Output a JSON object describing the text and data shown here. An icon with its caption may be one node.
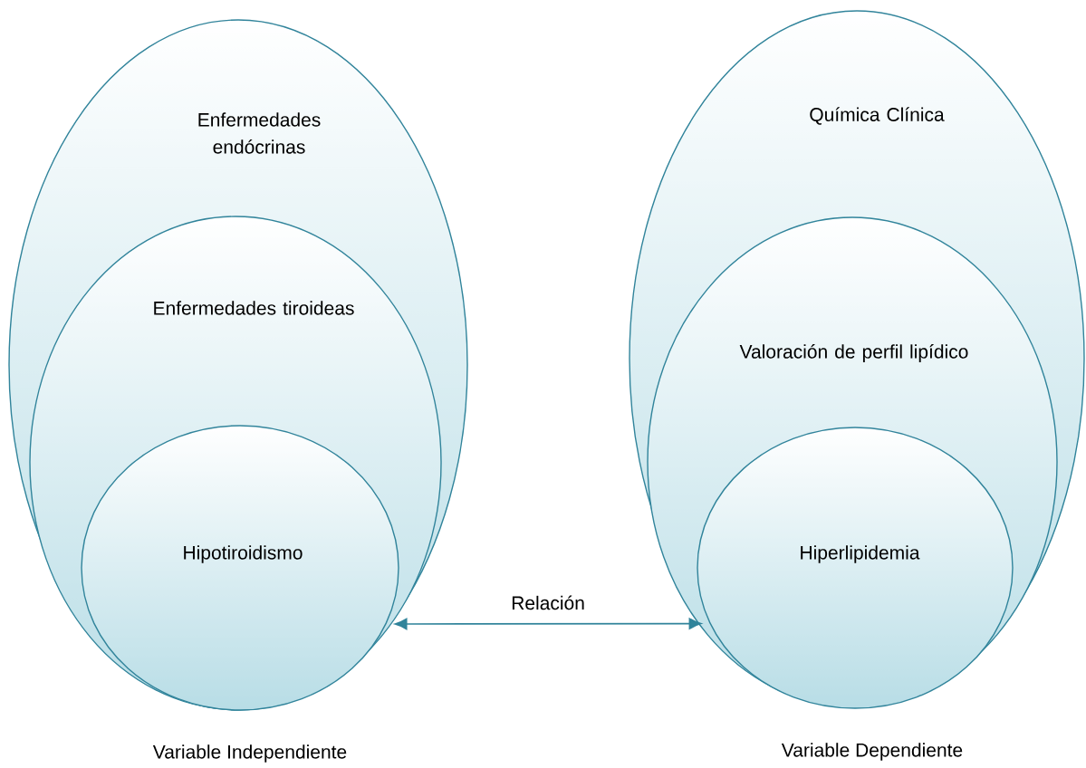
{
  "diagram": {
    "nodes": [
      {
        "text": [
          "Enfermedades endócrinas"
        ],
        "beside": [
          "Variable Independiente"
        ]
      },
      {
        "text": [
          "Enfermedades tiroideas"
        ],
        "in": 0
      },
      {
        "text": [
          "Hipotiroidismo"
        ],
        "in": 1
      },
      {
        "text": [
          "Química Clínica"
        ],
        "beside": [
          "Variable Dependiente"
        ]
      },
      {
        "text": [
          "Valoración de perfil lipídico"
        ],
        "in": 3
      },
      {
        "text": [
          "Hiperlipidemia"
        ],
        "in": 4
      }
    ],
    "edges": [
      {
        "from": 2,
        "to": 5,
        "arrow": "both",
        "label": "Relación"
      }
    ]
  }
}
